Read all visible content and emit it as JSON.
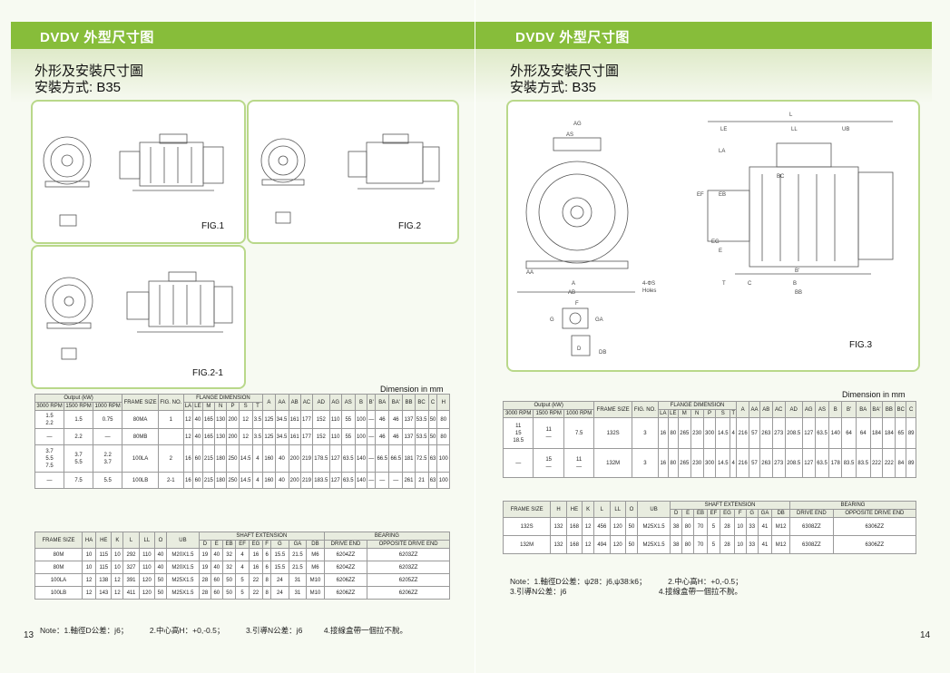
{
  "left": {
    "header": "DVDV  外型尺寸图",
    "heading1": "外形及安裝尺寸圖",
    "heading2": "安裝方式: B35",
    "fig1": "FIG.1",
    "fig2": "FIG.2",
    "fig21": "FIG.2-1",
    "dimension": "Dimension  in  mm",
    "page": "13",
    "t1": {
      "h_output": "Output (kW)",
      "h_rpm": [
        "3000 RPM",
        "1500 RPM",
        "1000 RPM"
      ],
      "h_frame": "FRAME SIZE",
      "h_fig": "FIG. NO.",
      "h_flange": "FLANGE DIMENSION",
      "h_flange_cols": [
        "LA",
        "LE",
        "M",
        "N",
        "P",
        "S",
        "T"
      ],
      "h_cols": [
        "A",
        "AA",
        "AB",
        "AC",
        "AD",
        "AG",
        "AS",
        "B",
        "B'",
        "BA",
        "BA'",
        "BB",
        "BC",
        "C",
        "H"
      ],
      "rows": [
        [
          "1.5\n2.2",
          "1.5",
          "0.75",
          "80MA",
          "1",
          "12",
          "40",
          "165",
          "130",
          "200",
          "12",
          "3.5",
          "125",
          "34.5",
          "161",
          "177",
          "152",
          "110",
          "55",
          "100",
          "—",
          "46",
          "46",
          "137",
          "53.5",
          "50",
          "80"
        ],
        [
          "—",
          "2.2",
          "—",
          "80MB",
          "",
          "12",
          "40",
          "165",
          "130",
          "200",
          "12",
          "3.5",
          "125",
          "34.5",
          "161",
          "177",
          "152",
          "110",
          "55",
          "100",
          "—",
          "46",
          "46",
          "137",
          "53.5",
          "50",
          "80"
        ],
        [
          "3.7\n5.5\n7.5",
          "3.7\n5.5",
          "2.2\n3.7",
          "100LA",
          "2",
          "16",
          "60",
          "215",
          "180",
          "250",
          "14.5",
          "4",
          "160",
          "40",
          "200",
          "219",
          "178.5",
          "127",
          "63.5",
          "140",
          "—",
          "66.5",
          "66.5",
          "181",
          "72.5",
          "63",
          "100"
        ],
        [
          "—",
          "7.5",
          "5.5",
          "100LB",
          "2-1",
          "16",
          "60",
          "215",
          "180",
          "250",
          "14.5",
          "4",
          "160",
          "40",
          "200",
          "219",
          "183.5",
          "127",
          "63.5",
          "140",
          "—",
          "—",
          "—",
          "261",
          "21",
          "63",
          "100"
        ]
      ]
    },
    "t2": {
      "h_frame": "FRAME SIZE",
      "h_cols": [
        "HA",
        "HE",
        "K",
        "L",
        "LL",
        "O",
        "UB"
      ],
      "h_shaft": "SHAFT  EXTENSION",
      "h_shaft_cols": [
        "D",
        "E",
        "EB",
        "EF",
        "EG",
        "F",
        "G",
        "GA",
        "DB"
      ],
      "h_bearing": "BEARING",
      "h_bearing_cols": [
        "DRIVE END",
        "OPPOSITE DRIVE  END"
      ],
      "rows": [
        [
          "80M",
          "10",
          "115",
          "10",
          "292",
          "110",
          "40",
          "M20X1.5",
          "19",
          "40",
          "32",
          "4",
          "16",
          "6",
          "15.5",
          "21.5",
          "M6",
          "6204ZZ",
          "6203ZZ"
        ],
        [
          "80M",
          "10",
          "115",
          "10",
          "327",
          "110",
          "40",
          "M20X1.5",
          "19",
          "40",
          "32",
          "4",
          "16",
          "6",
          "15.5",
          "21.5",
          "M6",
          "6204ZZ",
          "6203ZZ"
        ],
        [
          "100LA",
          "12",
          "138",
          "12",
          "391",
          "120",
          "50",
          "M25X1.5",
          "28",
          "60",
          "50",
          "5",
          "22",
          "8",
          "24",
          "31",
          "M10",
          "6206ZZ",
          "6205ZZ"
        ],
        [
          "100LB",
          "12",
          "143",
          "12",
          "411",
          "120",
          "50",
          "M25X1.5",
          "28",
          "60",
          "50",
          "5",
          "22",
          "8",
          "24",
          "31",
          "M10",
          "6206ZZ",
          "6206ZZ"
        ]
      ]
    },
    "note": "Note：1.軸徑D公差：j6；          2.中心高H：+0,-0.5；          3.引導N公差：j6          4.接線盒帶一個拉不脫。"
  },
  "right": {
    "header": "DVDV  外型尺寸图",
    "heading1": "外形及安裝尺寸圖",
    "heading2": "安裝方式: B35",
    "fig3": "FIG.3",
    "dimension": "Dimension  in  mm",
    "page": "14",
    "t1": {
      "h_output": "Output (kW)",
      "h_rpm": [
        "3000 RPM",
        "1500 RPM",
        "1000 RPM"
      ],
      "h_frame": "FRAME SIZE",
      "h_fig": "FIG. NO.",
      "h_flange": "FLANGE DIMENSION",
      "h_flange_cols": [
        "LA",
        "LE",
        "M",
        "N",
        "P",
        "S",
        "T"
      ],
      "h_cols": [
        "A",
        "AA",
        "AB",
        "AC",
        "AD",
        "AG",
        "AS",
        "B",
        "B'",
        "BA",
        "BA'",
        "BB",
        "BC",
        "C"
      ],
      "rows": [
        [
          "11\n15\n18.5",
          "11\n—",
          "7.5",
          "132S",
          "3",
          "16",
          "80",
          "265",
          "230",
          "300",
          "14.5",
          "4",
          "216",
          "57",
          "263",
          "273",
          "208.5",
          "127",
          "63.5",
          "140",
          "64",
          "64",
          "184",
          "184",
          "65",
          "89"
        ],
        [
          "—",
          "15\n—",
          "11\n—",
          "132M",
          "3",
          "16",
          "80",
          "265",
          "230",
          "300",
          "14.5",
          "4",
          "216",
          "57",
          "263",
          "273",
          "208.5",
          "127",
          "63.5",
          "178",
          "83.5",
          "83.5",
          "222",
          "222",
          "84",
          "89"
        ]
      ]
    },
    "t2": {
      "h_frame": "FRAME SIZE",
      "h_cols": [
        "H",
        "HE",
        "K",
        "L",
        "LL",
        "O",
        "UB"
      ],
      "h_shaft": "SHAFT  EXTENSION",
      "h_shaft_cols": [
        "D",
        "E",
        "EB",
        "EF",
        "EG",
        "F",
        "G",
        "GA",
        "DB"
      ],
      "h_bearing": "BEARING",
      "h_bearing_cols": [
        "DRIVE END",
        "OPPOSITE DRIVE  END"
      ],
      "rows": [
        [
          "132S",
          "132",
          "168",
          "12",
          "456",
          "120",
          "50",
          "M25X1.5",
          "38",
          "80",
          "70",
          "5",
          "28",
          "10",
          "33",
          "41",
          "M12",
          "6308ZZ",
          "6306ZZ"
        ],
        [
          "132M",
          "132",
          "168",
          "12",
          "494",
          "120",
          "50",
          "M25X1.5",
          "38",
          "80",
          "70",
          "5",
          "28",
          "10",
          "33",
          "41",
          "M12",
          "6308ZZ",
          "6306ZZ"
        ]
      ]
    },
    "note1": "Note：1.軸徑D公差：ψ28：j6,ψ38:k6；          2.中心高H：+0,-0.5；",
    "note2": "3.引導N公差：j6                                           4.接線盒帶一個拉不脫。"
  }
}
